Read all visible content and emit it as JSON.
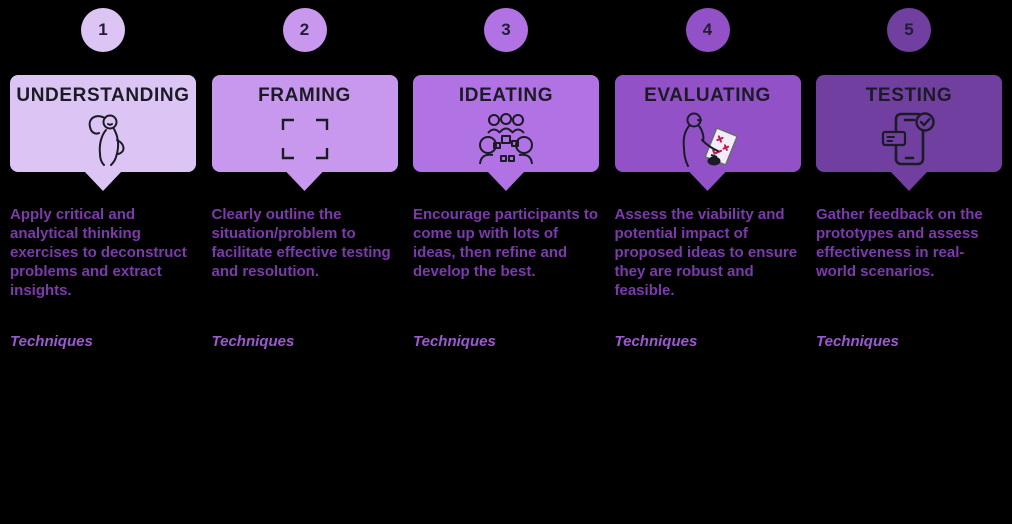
{
  "background_color": "#000000",
  "text_colors": {
    "title": "#1b1b25",
    "description": "#7c3aad",
    "techniques": "#9b59d0",
    "number": "#231c36"
  },
  "steps": [
    {
      "number": "1",
      "title": "UNDERSTANDING",
      "color": "#dcc5f4",
      "icon": "thinking-person-icon",
      "description": "Apply critical and analytical thinking exercises to deconstruct problems and extract insights.",
      "techniques_label": "Techniques"
    },
    {
      "number": "2",
      "title": "FRAMING",
      "color": "#c897ee",
      "icon": "frame-corners-icon",
      "description": "Clearly outline the situation/problem to facilitate effective testing and resolution.",
      "techniques_label": "Techniques"
    },
    {
      "number": "3",
      "title": "IDEATING",
      "color": "#b172e4",
      "icon": "brainstorm-group-icon",
      "description": "Encourage participants to come up with lots of ideas, then refine and develop the best.",
      "techniques_label": "Techniques"
    },
    {
      "number": "4",
      "title": "EVALUATING",
      "color": "#9351c8",
      "icon": "person-checklist-icon",
      "description": "Assess the viability and potential impact of proposed ideas to ensure they are robust and feasible.",
      "techniques_label": "Techniques"
    },
    {
      "number": "5",
      "title": "TESTING",
      "color": "#713fa0",
      "icon": "phone-check-icon",
      "description": "Gather feedback on the prototypes and assess effectiveness in real-world scenarios.",
      "techniques_label": "Techniques"
    }
  ]
}
